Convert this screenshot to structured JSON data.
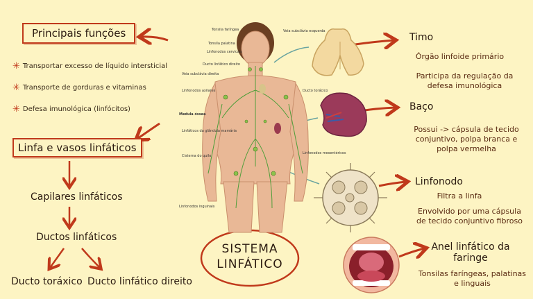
{
  "left": {
    "functions_title": "Principais funções",
    "functions": [
      "Transportar excesso de líquido intersticial",
      "Transporte de gorduras e vitaminas",
      "Defesa imunológica (linfócitos)"
    ],
    "vessels_title": "Linfa e vasos linfáticos",
    "capillaries": "Capilares linfáticos",
    "ducts": "Ductos linfáticos",
    "thoracic_duct": "Ducto toráxico",
    "right_duct": "Ducto linfático direito"
  },
  "center": {
    "title_line1": "SISTEMA",
    "title_line2": "LINFÁTICO",
    "labels": {
      "tonsila_faringea": "Tonsila faríngea",
      "tonsila_palatina": "Tonsila palatina",
      "linfonodos_cervicais": "Linfonodos cervicais",
      "ducto_direito": "Ducto linfático direito",
      "veia_direita": "Veia subclávia direita",
      "linfonodos_axilares": "Linfonodos axilares",
      "medula_ossea": "Medula óssea",
      "linfaticos_mama": "Linfáticos da glândula mamária",
      "cisterna": "Cisterna do quilo",
      "linfonodos_inguinais": "Linfonodos inguinais",
      "veia_esquerda": "Veia subclávia esquerda",
      "ducto_toracico": "Ducto torácico",
      "linfonodos_mesentericos": "Linfonodos mesentéricos"
    }
  },
  "right": {
    "timo_title": "Timo",
    "timo_desc1": "Órgão linfoide primário",
    "timo_desc2": "Participa da regulação da defesa imunológica",
    "baco_title": "Baço",
    "baco_desc": "Possui -> cápsula de tecido conjuntivo, polpa branca e polpa vermelha",
    "linfonodo_title": "Linfonodo",
    "linfonodo_desc1": "Filtra a linfa",
    "linfonodo_desc2": "Envolvido por uma cápsula de tecido conjuntivo fibroso",
    "anel_title": "Anel linfático da faringe",
    "anel_desc": "Tonsilas faríngeas, palatinas e linguais"
  },
  "colors": {
    "accent": "#c0391b",
    "background": "#fdf4c3"
  }
}
